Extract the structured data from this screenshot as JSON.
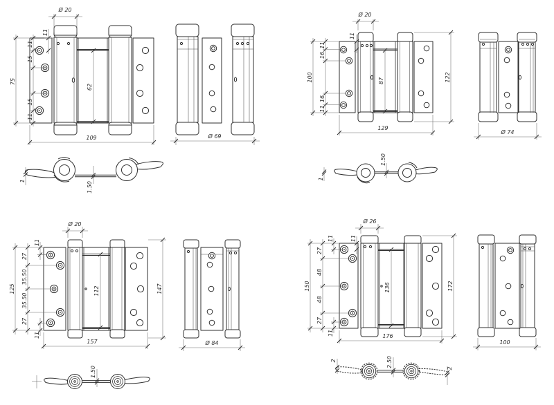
{
  "drawing": {
    "subject": "Double-action spring hinges - dimensioned technical drawing",
    "background": "#ffffff",
    "line_color": "#2f2f2f",
    "dim_color": "#6b6b6b",
    "text_color": "#2e2e2e"
  },
  "hinges": [
    {
      "name": "hinge-75",
      "front": {
        "pin_diameter": "Ø 20",
        "pin_offset": "11",
        "plate_height": "75",
        "hole_pitch": [
          "11",
          "15",
          "15",
          "11"
        ],
        "spring_length": "62",
        "overall_width": "109"
      },
      "side": {
        "overall_width": "Ø 69"
      },
      "plan": {
        "wing_thickness": "1",
        "leaf_thickness": "1.50"
      }
    },
    {
      "name": "hinge-100",
      "front": {
        "pin_diameter": "Ø 20",
        "pin_offset": "11",
        "plate_height": "100",
        "hole_pitch": [
          "11",
          "16",
          "16",
          "11"
        ],
        "spring_length": "87",
        "overall_height": "122",
        "overall_width": "129"
      },
      "side": {
        "overall_width": "Ø 74"
      },
      "plan": {
        "wing_thickness": "1",
        "leaf_thickness": "1.50"
      }
    },
    {
      "name": "hinge-125",
      "front": {
        "pin_diameter": "Ø 20",
        "plate_height": "125",
        "hole_pitch": [
          "27",
          "35.50",
          "35.50",
          "27"
        ],
        "edge_offsets": [
          "11",
          "11"
        ],
        "spring_length": "112",
        "overall_height": "147",
        "overall_width": "157"
      },
      "side": {
        "overall_width": "Ø 84"
      },
      "plan": {
        "leaf_thickness": "1.50"
      }
    },
    {
      "name": "hinge-150",
      "front": {
        "pin_diameter": "Ø 26",
        "pin_offset": "11",
        "plate_height": "150",
        "hole_pitch": [
          "27",
          "48",
          "48",
          "27"
        ],
        "edge_offsets": [
          "11",
          "11"
        ],
        "spring_length": "136",
        "overall_height": "172",
        "overall_width": "176"
      },
      "side": {
        "overall_width": "100"
      },
      "plan": {
        "wing_thickness_left": "2",
        "leaf_thickness": "2.50",
        "wing_thickness_right": "2"
      }
    }
  ]
}
